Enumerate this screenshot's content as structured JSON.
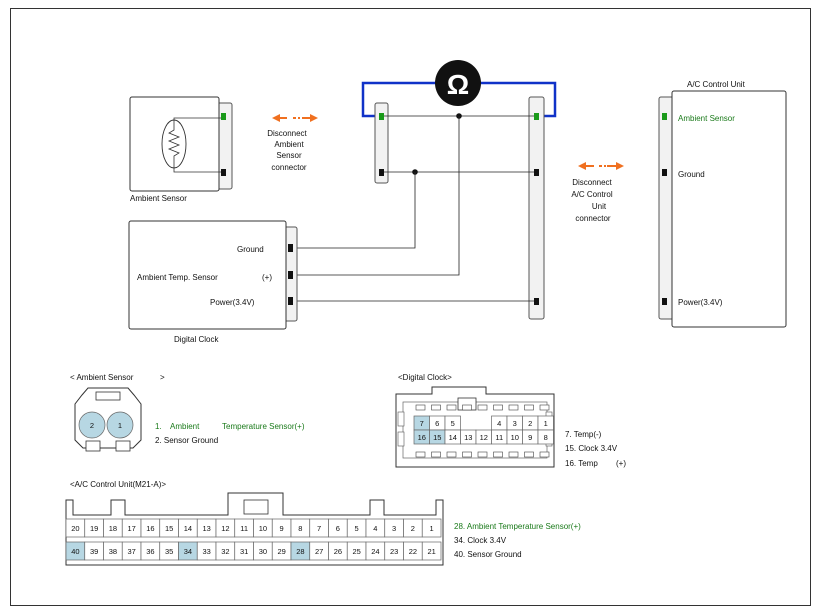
{
  "ambient_sensor_label": "Ambient Sensor",
  "disconnect_ambient": [
    "Disconnect",
    "Ambient",
    "Sensor",
    "connector"
  ],
  "disconnect_ac": [
    "Disconnect",
    "A/C Control",
    "Unit",
    "connector"
  ],
  "digital_clock": {
    "title": "Digital Clock",
    "ground": "Ground",
    "ambient_temp": "Ambient Temp. Sensor",
    "plus": "(+)",
    "power": "Power(3.4V)"
  },
  "ac_unit": {
    "title": "A/C Control Unit",
    "ambient": "Ambient Sensor",
    "ground": "Ground",
    "power": "Power(3.4V)"
  },
  "ohm_symbol": "Ω",
  "ambient_conn": {
    "title": "< Ambient Sensor",
    "title_end": ">",
    "pins": [
      "2",
      "1"
    ],
    "legend1_num": "1.",
    "legend1_a": "Ambient",
    "legend1_b": "Temperature Sensor(+)",
    "legend2": "2.   Sensor Ground"
  },
  "clock_conn": {
    "title": "<Digital Clock>",
    "row1": [
      "7",
      "6",
      "5",
      "",
      "4",
      "3",
      "2",
      "1"
    ],
    "row2": [
      "16",
      "15",
      "14",
      "13",
      "12",
      "11",
      "10",
      "9",
      "8"
    ],
    "legend": [
      "7.   Temp(-)",
      "15. Clock 3.4V",
      "16.    Temp"
    ],
    "legend_plus": "(+)"
  },
  "ac_conn": {
    "title": "<A/C Control Unit(M21-A)>",
    "row1": [
      "20",
      "19",
      "18",
      "17",
      "16",
      "15",
      "14",
      "13",
      "12",
      "11",
      "10",
      "9",
      "8",
      "7",
      "6",
      "5",
      "4",
      "3",
      "2",
      "1"
    ],
    "row2": [
      "40",
      "39",
      "38",
      "37",
      "36",
      "35",
      "34",
      "33",
      "32",
      "31",
      "30",
      "29",
      "28",
      "27",
      "26",
      "25",
      "24",
      "23",
      "22",
      "21"
    ],
    "legend1": "28. Ambient Temperature Sensor(+)",
    "legend2": "34.     Clock 3.4V",
    "legend3": "40. Sensor Ground"
  },
  "colors": {
    "meter_wire": "#1032c8",
    "arrow": "#f07020",
    "highlight": "#b7d7e3",
    "green_pin": "#1a9a1a"
  }
}
